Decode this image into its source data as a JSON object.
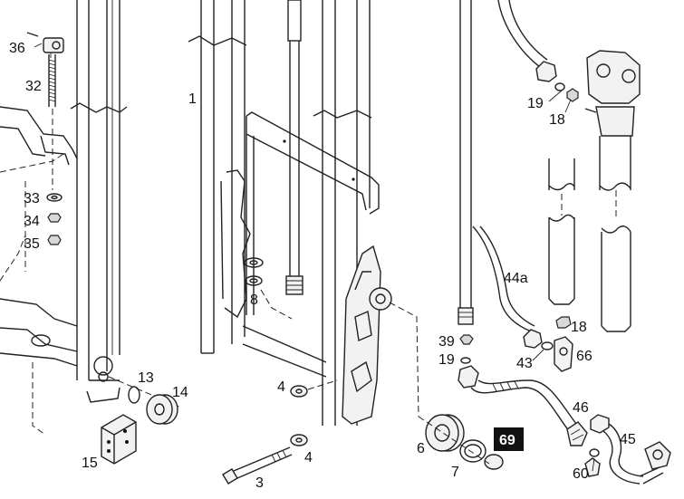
{
  "labels": {
    "l36": "36",
    "l32": "32",
    "l1": "1",
    "l33": "33",
    "l34": "34",
    "l35": "35",
    "l8": "8",
    "l19a": "19",
    "l18a": "18",
    "l44a": "44a",
    "l39": "39",
    "l19b": "19",
    "l18b": "18",
    "l43": "43",
    "l66": "66",
    "l13": "13",
    "l14": "14",
    "l15": "15",
    "l4a": "4",
    "l4b": "4",
    "l3": "3",
    "l6": "6",
    "l7": "7",
    "l69": "69",
    "l46": "46",
    "l45": "45",
    "l60": "60"
  }
}
